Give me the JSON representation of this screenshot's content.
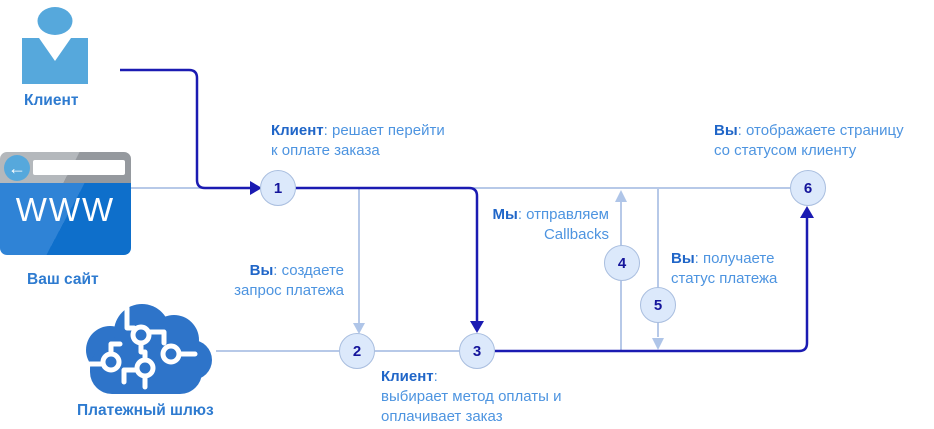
{
  "title": "Payment flow diagram",
  "colors": {
    "navy_flow": "#1B1BB2",
    "pale_flow": "#B7C9E8",
    "node_fill": "#DCE9FB",
    "node_border": "#A9BEDF",
    "node_number": "#15159B",
    "note_bold": "#2066C8",
    "note_body": "#4D94E0",
    "caption": "#2E7BD0",
    "person_blue": "#56A8DC",
    "browser_blue": "#1170CC",
    "cloud_blue": "#2E74C9"
  },
  "actors": {
    "client": {
      "label": "Клиент"
    },
    "website": {
      "label": "Ваш сайт",
      "www": "WWW"
    },
    "gateway": {
      "label": "Платежный шлюз"
    }
  },
  "nodes": [
    {
      "num": "1"
    },
    {
      "num": "2"
    },
    {
      "num": "3"
    },
    {
      "num": "4"
    },
    {
      "num": "5"
    },
    {
      "num": "6"
    }
  ],
  "notes": [
    {
      "bold": "Клиент",
      "rest": ": решает перейти",
      "line2": "к оплате заказа"
    },
    {
      "bold": "Вы",
      "rest": ": создаете",
      "line2": "запрос платежа"
    },
    {
      "bold": "Клиент",
      "rest": ":",
      "line2": "выбирает метод оплаты и",
      "line3": "оплачивает заказ"
    },
    {
      "bold": "Мы",
      "rest": ": отправляем",
      "line2": "Callbacks"
    },
    {
      "bold": "Вы",
      "rest": ": получаете",
      "line2": "статус платежа"
    },
    {
      "bold": "Вы",
      "rest": ": отображаете страницу",
      "line2": "со статусом клиенту"
    }
  ],
  "icons": {
    "back_arrow": "←"
  }
}
